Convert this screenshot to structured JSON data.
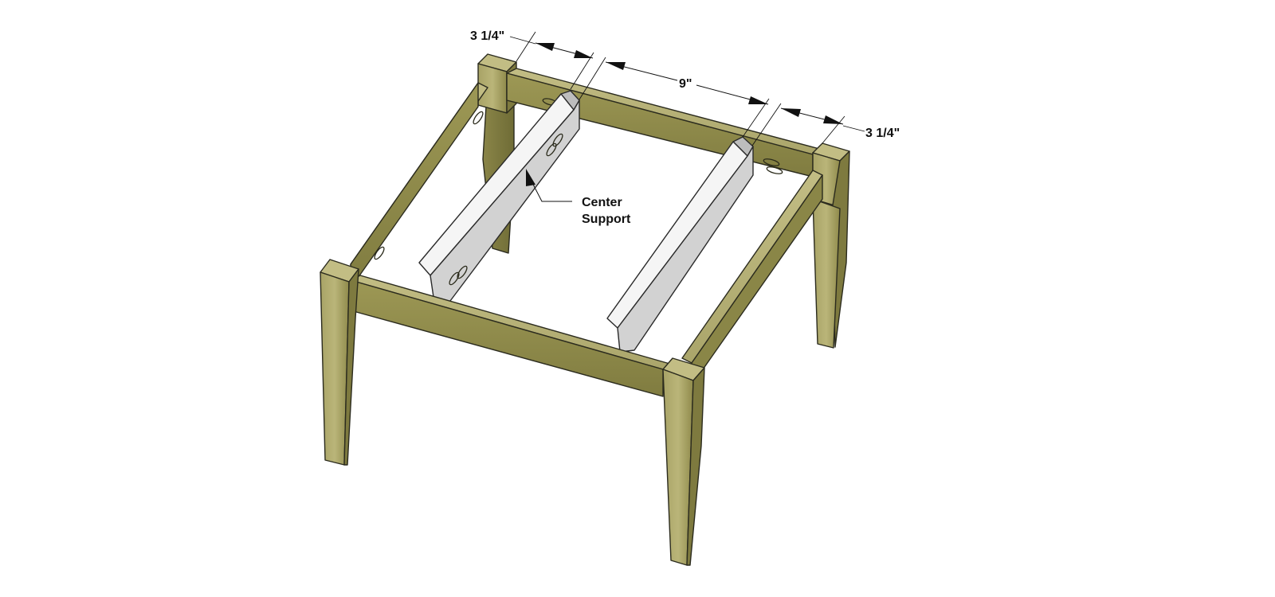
{
  "labels": {
    "dim_left": "3 1/4\"",
    "dim_middle": "9\"",
    "dim_right": "3 1/4\"",
    "callout_line1": "Center",
    "callout_line2": "Support"
  },
  "colors": {
    "wood_light": "#b3ad72",
    "wood_mid": "#9a944f",
    "wood_dark": "#7d7a3e",
    "support_top": "#ffffff",
    "support_face": "#d2d2d2",
    "support_end": "#b8b8b8",
    "line": "#111111"
  }
}
